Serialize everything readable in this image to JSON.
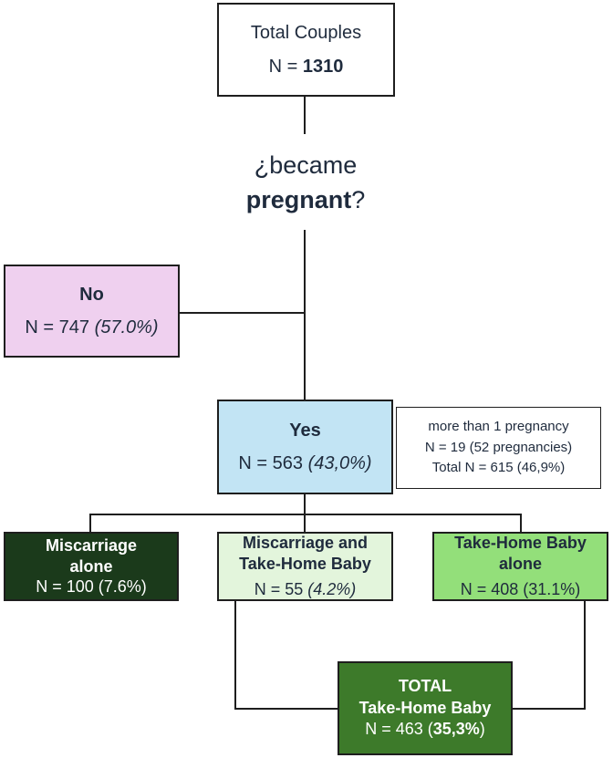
{
  "colors": {
    "no_box": "#efd0ef",
    "yes_box": "#c2e4f4",
    "miscarriage_alone_box": "#1b3a1b",
    "miscarriage_and_baby_box": "#e3f5dc",
    "baby_alone_box": "#93df7a",
    "total_baby_box": "#3d7a2a",
    "lines": "#1e1e1e",
    "text_dark": "#1f2b3d"
  },
  "total": {
    "label": "Total Couples",
    "n_prefix": "N = ",
    "n_value": "1310"
  },
  "question": {
    "pre": "¿became",
    "bold": "pregnant",
    "post": "?"
  },
  "no": {
    "title": "No",
    "n_text": "N = 747 ",
    "pct": "(57.0%)"
  },
  "yes": {
    "title": "Yes",
    "n_text": "N = 563 ",
    "pct": "(43,0%)"
  },
  "note": {
    "line1": "more than 1 pregnancy",
    "line2": "N = 19 (52 pregnancies)",
    "line3": "Total N = 615 (46,9%)"
  },
  "miscarriage_alone": {
    "line1": "Miscarriage",
    "line2": "alone",
    "n_text": "N = 100 (7.6%)"
  },
  "miscarriage_and_baby": {
    "line1": "Miscarriage and",
    "line2": "Take-Home Baby",
    "n_text": "N = 55 ",
    "pct": "(4.2%)"
  },
  "baby_alone": {
    "line1": "Take-Home Baby",
    "line2": "alone",
    "n_text": "N = 408 (31.1%)"
  },
  "total_baby": {
    "line1": "TOTAL",
    "line2": "Take-Home Baby",
    "n_text": "N = 463 (",
    "pct_bold": "35,3%",
    "close": ")"
  }
}
